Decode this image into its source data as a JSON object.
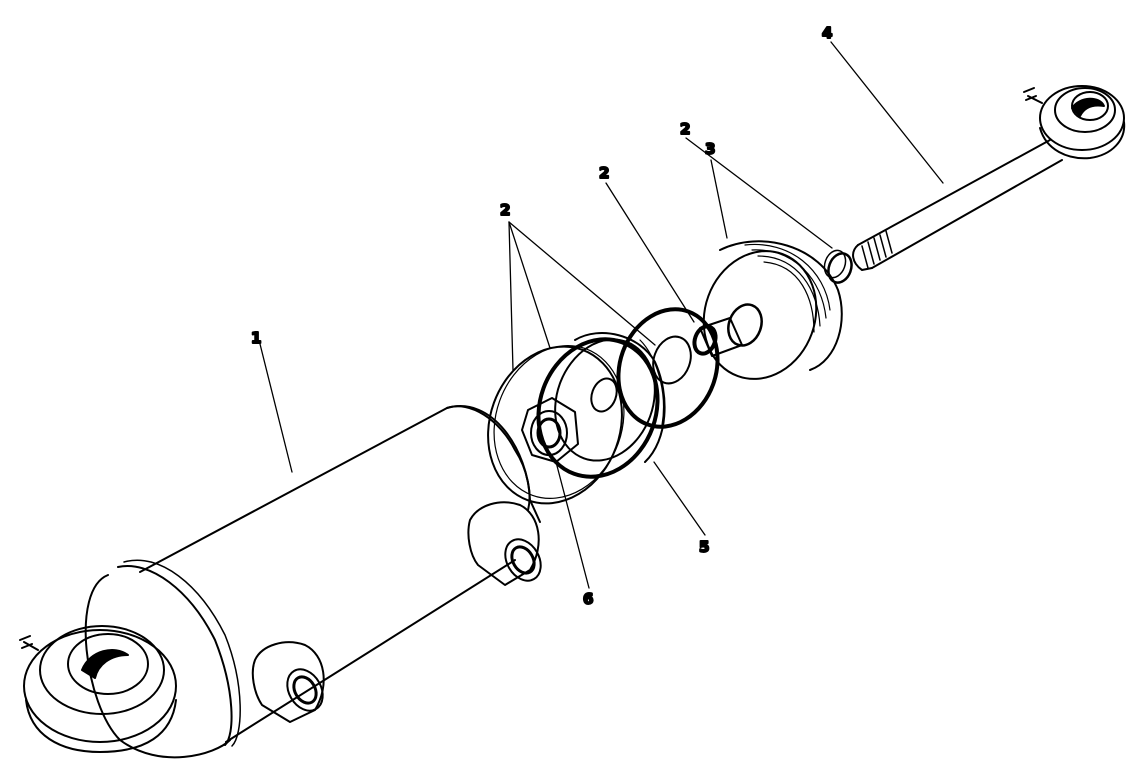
{
  "diagram": {
    "type": "exploded-parts-view",
    "line_color": "#000000",
    "background": "#ffffff",
    "callouts": [
      {
        "label": "1",
        "part": "cylinder-barrel"
      },
      {
        "label": "2",
        "part": "o-ring-seals"
      },
      {
        "label": "2",
        "part": "o-ring-seal"
      },
      {
        "label": "2",
        "part": "o-ring-seal"
      },
      {
        "label": "3",
        "part": "end-cap"
      },
      {
        "label": "4",
        "part": "piston-rod"
      },
      {
        "label": "5",
        "part": "piston"
      },
      {
        "label": "6",
        "part": "nut"
      }
    ]
  }
}
